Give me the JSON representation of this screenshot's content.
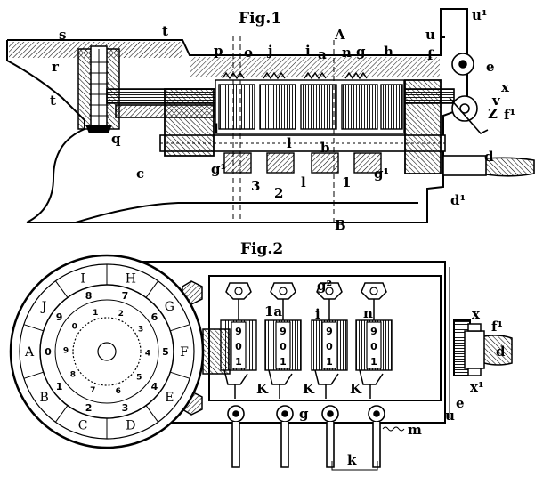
{
  "figures": {
    "fig1": {
      "title": "Fig.1",
      "labels": {
        "s": "s",
        "t_top": "t",
        "r": "r",
        "t_mid": "t",
        "q": "q",
        "c": "c",
        "p": "p",
        "o": "o",
        "j": "j",
        "i": "i",
        "A": "A",
        "a": "a",
        "n": "n",
        "g": "g",
        "h": "h",
        "u": "u",
        "f": "f",
        "u1": "u¹",
        "e": "e",
        "x": "x",
        "v": "v",
        "z": "Z",
        "f1": "f¹",
        "d": "d",
        "d1": "d¹",
        "l_left": "l",
        "l_mid": "l",
        "b": "b",
        "l_b": "l",
        "l_right": "1",
        "g1_left": "g¹",
        "g1_right": "g¹",
        "three": "3",
        "two": "2",
        "B": "B"
      }
    },
    "fig2": {
      "title": "Fig.2",
      "dial_outer_letters": [
        "I",
        "H",
        "G",
        "F",
        "E",
        "D",
        "C",
        "B",
        "A",
        "J"
      ],
      "dial_outer_numbers": [
        "8",
        "7",
        "6",
        "5",
        "4",
        "3",
        "2",
        "1",
        "0",
        "9"
      ],
      "dial_inner_numbers": [
        "2",
        "3",
        "4",
        "5",
        "6",
        "7",
        "8",
        "9",
        "0",
        "1"
      ],
      "wheel_digits": [
        [
          "9",
          "0",
          "1"
        ],
        [
          "9",
          "0",
          "1"
        ],
        [
          "9",
          "0",
          "1"
        ],
        [
          "9",
          "0",
          "1"
        ]
      ],
      "labels": {
        "g2": "g²",
        "one_a": "1a",
        "i": "i",
        "n": "n",
        "K1": "K",
        "K2": "K",
        "K3": "K",
        "g": "g",
        "m": "m",
        "k": "k",
        "u": "u",
        "e": "e",
        "x": "x",
        "x1": "x¹",
        "f1": "f¹",
        "d": "d"
      }
    }
  }
}
